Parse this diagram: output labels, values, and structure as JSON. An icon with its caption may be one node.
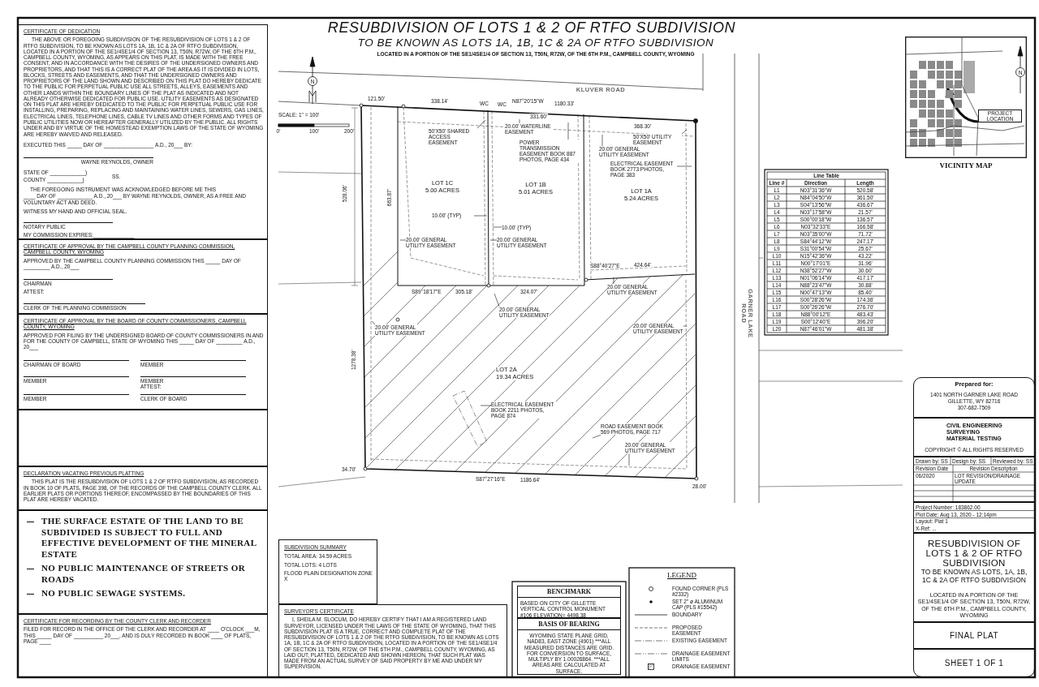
{
  "diagram": {
    "title": "RESUBDIVISION OF LOTS 1 & 2 OF RTFO SUBDIVISION",
    "nodes": [
      {
        "text": [
          "CERTIFICATE OF DEDICATION",
          "THE ABOVE OR FOREGOING SUBDIVISION OF THE RESUBDIVISION OF LOTS 1 & 2 OF RTFO SUBDIVISION, TO BE KNOWN AS LOTS 1A, 1B, 1C & 2A OF RTFO SUBDIVISION, LOCATED IN A PORTION OF THE SE1/4SE1/4 OF SECTION 13, T50N, R72W, OF THE 6TH P.M., CAMPBELL COUNTY, WYOMING, AS APPEARS ON THIS PLAT, IS MADE WITH THE FREE CONSENT, AND IN ACCORDANCE WITH THE DESIRES OF THE UNDERSIGNED OWNERS AND PROPRIETORS, AND THAT THIS IS A CORRECT PLAT OF THE AREA AS IT IS DIVIDED IN LOTS, BLOCKS, STREETS AND EASEMENTS, AND THAT THE UNDERSIGNED OWNERS AND PROPRIETORS OF THE LAND SHOWN AND DESCRIBED ON THIS PLAT DO HEREBY DEDICATE TO THE PUBLIC FOR PERPETUAL PUBLIC USE ALL STREETS, ALLEYS, EASEMENTS AND OTHER LANDS WITHIN THE BOUNDARY LINES OF THE PLAT AS INDICATED AND NOT ALREADY OTHERWISE DEDICATED FOR PUBLIC USE. UTILITY EASEMENTS AS DESIGNATED ON THIS PLAT ARE HEREBY DEDICATED TO THE PUBLIC FOR PERPETUAL PUBLIC USE FOR INSTALLING, PREPARING, REPLACING AND MAINTAINING WATER LINES, SEWERS, GAS LINES, ELECTRICAL LINES, TELEPHONE LINES, CABLE TV LINES AND OTHER FORMS AND TYPES OF PUBLIC UTILITIES NOW OR HEREAFTER GENERALLY UTILIZED BY THE PUBLIC. ALL RIGHTS UNDER AND BY VIRTUE OF THE HOMESTEAD EXEMPTION LAWS OF THE STATE OF WYOMING ARE HEREBY WAIVED AND RELEASED.",
          "EXECUTED THIS _____ DAY OF _________________ A.D., 20___ BY:",
          "WAYNE REYNOLDS, OWNER",
          "STATE OF ____________)",
          "SS.",
          "COUNTY ____________)",
          "THE FOREGOING INSTRUMENT WAS ACKNOWLEDGED BEFORE ME THIS",
          "____ DAY OF ____________ A.D., 20___ BY WAYNE REYNOLDS, OWNER, AS A FREE AND VOLUNTARY ACT AND DEED.",
          "WITNESS MY HAND AND OFFICIAL SEAL.",
          "NOTARY PUBLIC",
          "MY COMMISSION EXPIRES:______________"
        ]
      },
      {
        "text": [
          "CERTIFICATE OF APPROVAL BY THE CAMPBELL COUNTY PLANNING COMMISSION, CAMPBELL COUNTY, WYOMING",
          "APPROVED BY THE CAMPBELL COUNTY PLANNING COMMISSION THIS _____ DAY OF _________ A.D., 20___",
          "CHAIRMAN",
          "ATTEST:",
          "CLERK OF THE PLANNING COMMISSION"
        ]
      },
      {
        "text": [
          "CERTIFICATE OF APPROVAL BY THE BOARD OF COUNTY COMMISSIONERS, CAMPBELL COUNTY, WYOMING",
          "APPROVED FOR FILING BY THE UNDERSIGNED BOARD OF COUNTY COMMISSIONERS IN AND FOR THE COUNTY OF CAMPBELL, STATE OF WYOMING THIS _____ DAY OF _________ A.D., 20___",
          "CHAIRMAN OF BOARD",
          "MEMBER",
          "MEMBER",
          "MEMBER",
          "ATTEST:",
          "MEMBER",
          "CLERK OF BOARD"
        ]
      },
      {
        "text": [],
        "shape": "box"
      },
      {
        "text": [
          "DECLARATION VACATING PREVIOUS PLATTING",
          "THIS PLAT IS THE RESUBDIVISION OF LOTS 1 & 2 OF RTFO SUBDIVISION, AS RECORDED IN BOOK 10 OF PLATS, PAGE 398, OF THE RECORDS OF THE CAMPBELL COUNTY CLERK. ALL EARLIER PLATS OR PORTIONS THEREOF, ENCOMPASSED BY THE BOUNDARIES OF THIS PLAT ARE HEREBY VACATED."
        ]
      },
      {
        "text": [
          "THE SURFACE ESTATE OF THE LAND TO BE SUBDIVIDED IS SUBJECT TO FULL AND EFFECTIVE DEVELOPMENT OF THE MINERAL ESTATE",
          "NO PUBLIC MAINTENANCE OF STREETS OR ROADS",
          "NO PUBLIC SEWAGE SYSTEMS."
        ]
      },
      {
        "text": [
          "CERTIFICATE FOR RECORDING BY THE COUNTY CLERK AND RECORDER",
          "FILED FOR RECORD IN THE OFFICE OF THE CLERK AND RECORDER AT ____ O'CLOCK ___M, THIS _____ DAY OF __________ 20___, AND IS DULY RECORDED IN BOOK ____ OF PLATS, PAGE ____"
        ]
      },
      {
        "text": [
          "Prepared for:",
          "1401 NORTH GARNER LAKE ROAD",
          "GILLETTE, WY 82716",
          "307-682-7509"
        ]
      },
      {
        "text": [
          "CIVIL ENGINEERING",
          "SURVEYING",
          "MATERIAL TESTING",
          "COPYRIGHT © ALL RIGHTS RESERVED"
        ]
      },
      {
        "text": [
          "Drawn by: SS",
          "Design by: SS",
          "Reviewed by: SS",
          "Revision Date",
          "Revision Description",
          "06/2020",
          "LOT REVISION/DRAINAGE UPDATE"
        ]
      },
      {
        "text": [
          "Project Number: 183862.00",
          "Plot Date: Aug 13, 2020 - 12:14pm",
          "Layout: Plat 1",
          "X-Ref: ..."
        ]
      },
      {
        "text": [
          "RESUBDIVISION OF LOTS 1 & 2 OF RTFO SUBDIVISION",
          "TO BE KNOWN AS LOTS, 1A, 1B, 1C & 2A OF RTFO SUBDIVISION",
          "LOCATED IN A PORTION OF THE SE1/4SE1/4 OF SECTION 13, T50N, R72W, OF THE 6TH P.M., CAMPBELL COUNTY, WYOMING"
        ]
      },
      {
        "text": [
          "FINAL PLAT"
        ]
      },
      {
        "text": [
          "SHEET 1 OF 1"
        ]
      },
      {
        "text": [
          "SUBDIVISION SUMMARY",
          "TOTAL AREA: 34.59 ACRES",
          "TOTAL LOTS: 4 LOTS",
          "FLOOD PLAIN DESIGNATION ZONE X"
        ]
      },
      {
        "text": [
          "SURVEYOR'S CERTIFICATE",
          "I, SHEILA M. SLOCUM, DO HEREBY CERTIFY THAT I AM A REGISTERED LAND SURVEYOR, LICENSED UNDER THE LAWS OF THE STATE OF WYOMING, THAT THIS SUBDIVISION PLAT IS A TRUE, CORRECT AND COMPLETE PLAT OF THE RESUBDIVISION OF LOTS 1 & 2 OF THE RTFO SUBDIVISION, TO BE KNOWN AS LOTS 1A, 1B, 1C & 2A OF RTFO SUBDIVISION, LOCATED IN A PORTION OF THE SE1/4SE1/4 OF SECTION 13, T50N, R72W, OF THE 6TH P.M., CAMPBELL COUNTY, WYOMING, AS LAID OUT, PLATTED, DEDICATED AND SHOWN HEREON, THAT SUCH PLAT WAS MADE FROM AN ACTUAL SURVEY OF SAID PROPERTY BY ME AND UNDER MY SUPERVISION."
        ]
      },
      {
        "text": [
          "BENCHMARK",
          "BASED ON CITY OF GILLETTE VERTICAL CONTROL MONUMENT #106 ELEVATION= 4498.38"
        ]
      },
      {
        "text": [
          "BASIS OF BEARING",
          "WYOMING STATE PLANE GRID, NAD83, EAST ZONE (4901) ***ALL MEASURED DISTANCES ARE GRID. FOR CONVERSION TO SURFACE, MULTIPLY BY 1.00026864. ***ALL AREAS ARE CALCULATED AT SURFACE."
        ]
      },
      {
        "text": [
          "20.00' WATERLINE EASEMENT"
        ]
      },
      {
        "text": [
          "50'X50' SHARED ACCESS EASEMENT"
        ]
      },
      {
        "text": [
          "POWER TRANSMISSION EASEMENT BOOK 887 PHOTOS, PAGE 434"
        ]
      },
      {
        "text": [
          "20.00' GENERAL UTILITY EASEMENT"
        ]
      },
      {
        "text": [
          "50'X50' UTILITY EASEMENT"
        ]
      },
      {
        "text": [
          "ELECTRICAL EASEMENT BOOK 2773 PHOTOS, PAGE 383"
        ]
      },
      {
        "text": [
          "10.00' (TYP)"
        ]
      },
      {
        "text": [
          "10.00' (TYP)"
        ]
      },
      {
        "text": [
          "20.00' GENERAL UTILITY EASEMENT"
        ]
      },
      {
        "text": [
          "20.00' GENERAL UTILITY EASEMENT"
        ]
      },
      {
        "text": [
          "20.00' GENERAL UTILITY EASEMENT"
        ]
      },
      {
        "text": [
          "20.00' GENERAL UTILITY EASEMENT"
        ]
      },
      {
        "text": [
          "20.00' GENERAL UTILITY EASEMENT"
        ]
      },
      {
        "text": [
          "20.00' GENERAL UTILITY EASEMENT"
        ]
      },
      {
        "text": [
          "ELECTRICAL EASEMENT BOOK 2211 PHOTOS, PAGE 874"
        ]
      },
      {
        "text": [
          "ROAD EASEMENT BOOK 569 PHOTOS, PAGE 717"
        ]
      },
      {
        "text": [
          "20.00' GENERAL UTILITY EASEMENT"
        ]
      },
      {
        "text": [],
        "shape": "picture",
        "beside": [
          "VICINITY MAP"
        ]
      },
      {
        "text": [
          "PROJECT LOCATION"
        ],
        "in": 35
      }
    ],
    "edges": [
      {
        "from": 18,
        "to": null,
        "arrow": "none"
      },
      {
        "from": 19,
        "to": null,
        "arrow": "none"
      },
      {
        "from": 20,
        "to": null,
        "arrow": "none"
      },
      {
        "from": 21,
        "to": null,
        "arrow": "none"
      },
      {
        "from": 22,
        "to": null,
        "arrow": "none"
      },
      {
        "from": 23,
        "to": null,
        "arrow": "none"
      },
      {
        "from": 24,
        "to": null,
        "arrow": "none"
      },
      {
        "from": 25,
        "to": null,
        "arrow": "none"
      },
      {
        "from": 26,
        "to": null,
        "arrow": "none"
      },
      {
        "from": 27,
        "to": null,
        "arrow": "none"
      },
      {
        "from": 28,
        "to": null,
        "arrow": "none"
      },
      {
        "from": 29,
        "to": null,
        "arrow": "none"
      },
      {
        "from": 30,
        "to": null,
        "arrow": "none"
      },
      {
        "from": 31,
        "to": null,
        "arrow": "none"
      },
      {
        "from": 32,
        "to": null,
        "arrow": "none"
      },
      {
        "from": 33,
        "to": null,
        "arrow": "none"
      },
      {
        "from": 34,
        "to": null,
        "arrow": "none"
      },
      {
        "from": 36,
        "to": null,
        "arrow": "to",
        "style": "thick"
      }
    ],
    "labels": [
      "TO BE KNOWN AS LOTS 1A, 1B, 1C & 2A OF RTFO SUBDIVISION",
      "LOCATED IN A PORTION OF THE SE1/4SE1/4 OF SECTION 13, T50N, R72W, OF THE 6TH P.M., CAMPBELL COUNTY, WYOMING",
      "KLUVER ROAD",
      "GARNER LAKE ROAD",
      "0'",
      "100'",
      "200'",
      "SCALE: 1\" = 100'",
      "LOT 1C",
      "5.00 ACRES",
      "LOT 1B",
      "5.01 ACRES",
      "LOT 1A",
      "5.24 ACRES",
      "LOT 2A",
      "19.34 ACRES",
      "121.50'",
      "338.14'",
      "WC",
      "WC",
      "N87°20'15\"W",
      "1180.33'",
      "331.60'",
      "368.30'",
      "528.06'",
      "663.87'",
      "1278.38'",
      "S89°18'17\"E",
      "305.18'",
      "324.07'",
      "S88°40'27\"E",
      "424.64'",
      "34.70'",
      "S87°27'16\"E",
      "1186.64'",
      "28.00'",
      "LEGEND",
      "Line Table",
      "Line #",
      "Direction",
      "Length",
      "L1",
      "N03°31'36\"W",
      "520.58'",
      "L2",
      "N84°04'50\"W",
      "361.50'",
      "L3",
      "S04°13'56\"W",
      "436.67'",
      "L4",
      "N03°17'58\"W",
      "21.57'",
      "L5",
      "S00°00'18\"W",
      "136.57'",
      "L6",
      "N03°32'33\"E",
      "166.58'",
      "L7",
      "N03°35'00\"W",
      "71.72'",
      "L8",
      "S84°44'12\"W",
      "247.17'",
      "L9",
      "S31°00'54\"W",
      "25.67'",
      "L10",
      "N15°42'36\"W",
      "43.22'",
      "L11",
      "N00°17'01\"E",
      "31.96'",
      "L12",
      "N38°52'27\"W",
      "30.60'",
      "L13",
      "N01°06'14\"W",
      "417.17'",
      "L14",
      "N88°23'47\"W",
      "30.88'",
      "L15",
      "N00°47'13\"W",
      "85.40'",
      "L16",
      "S00°28'26\"W",
      "174.36'",
      "L17",
      "S00°26'26\"W",
      "276.70'",
      "L18",
      "N88°00'12\"E",
      "483.43'",
      "L19",
      "S00°12'40\"E",
      "396.20'",
      "L20",
      "N87°46'01\"W",
      "481.38'",
      "N",
      "N"
    ],
    "legend": [
      {
        "text": "FOUND CORNER (PLS #2332)"
      },
      {
        "text": "SET 2\" ø ALUMINUM CAP (PLS #15542)"
      },
      {
        "text": "BOUNDARY"
      },
      {
        "text": "PROPOSED EASEMENT"
      },
      {
        "text": "EXISTING EASEMENT"
      },
      {
        "text": "DRAINAGE EASEMENT LIMITS"
      },
      {
        "text": "DRAINAGE EASEMENT"
      }
    ]
  }
}
